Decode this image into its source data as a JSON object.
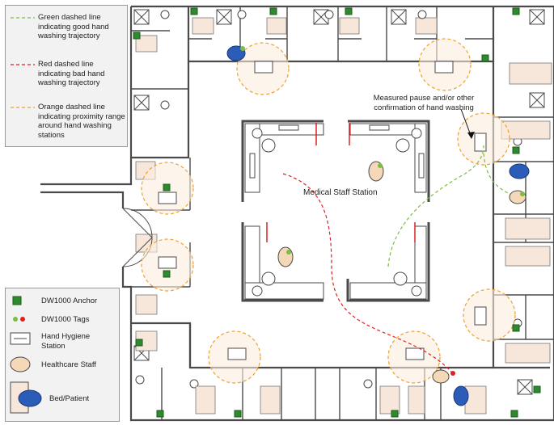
{
  "legend_top": {
    "green_line": "Green dashed line indicating good hand washing trajectory",
    "red_line": "Red dashed line indicating bad hand washing trajectory",
    "orange_line": "Orange dashed line indicating proximity range around hand washing stations"
  },
  "legend_bottom": {
    "anchor": "DW1000 Anchor",
    "tags": "DW1000 Tags",
    "station": "Hand Hygiene Station",
    "staff": "Healthcare Staff",
    "bed": "Bed/Patient"
  },
  "labels": {
    "center": "Medical Staff Station",
    "callout": "Measured pause and/or other confirmation of hand washing"
  },
  "colors": {
    "green": "#7dbd42",
    "red": "#e02020",
    "orange": "#f0a030",
    "wall": "#4a4a4a",
    "room_fill": "#f7e7da",
    "anchor": "#2f8a2f",
    "staff_fill": "#f5d8b8",
    "bed_blue": "#2b5cb8"
  }
}
